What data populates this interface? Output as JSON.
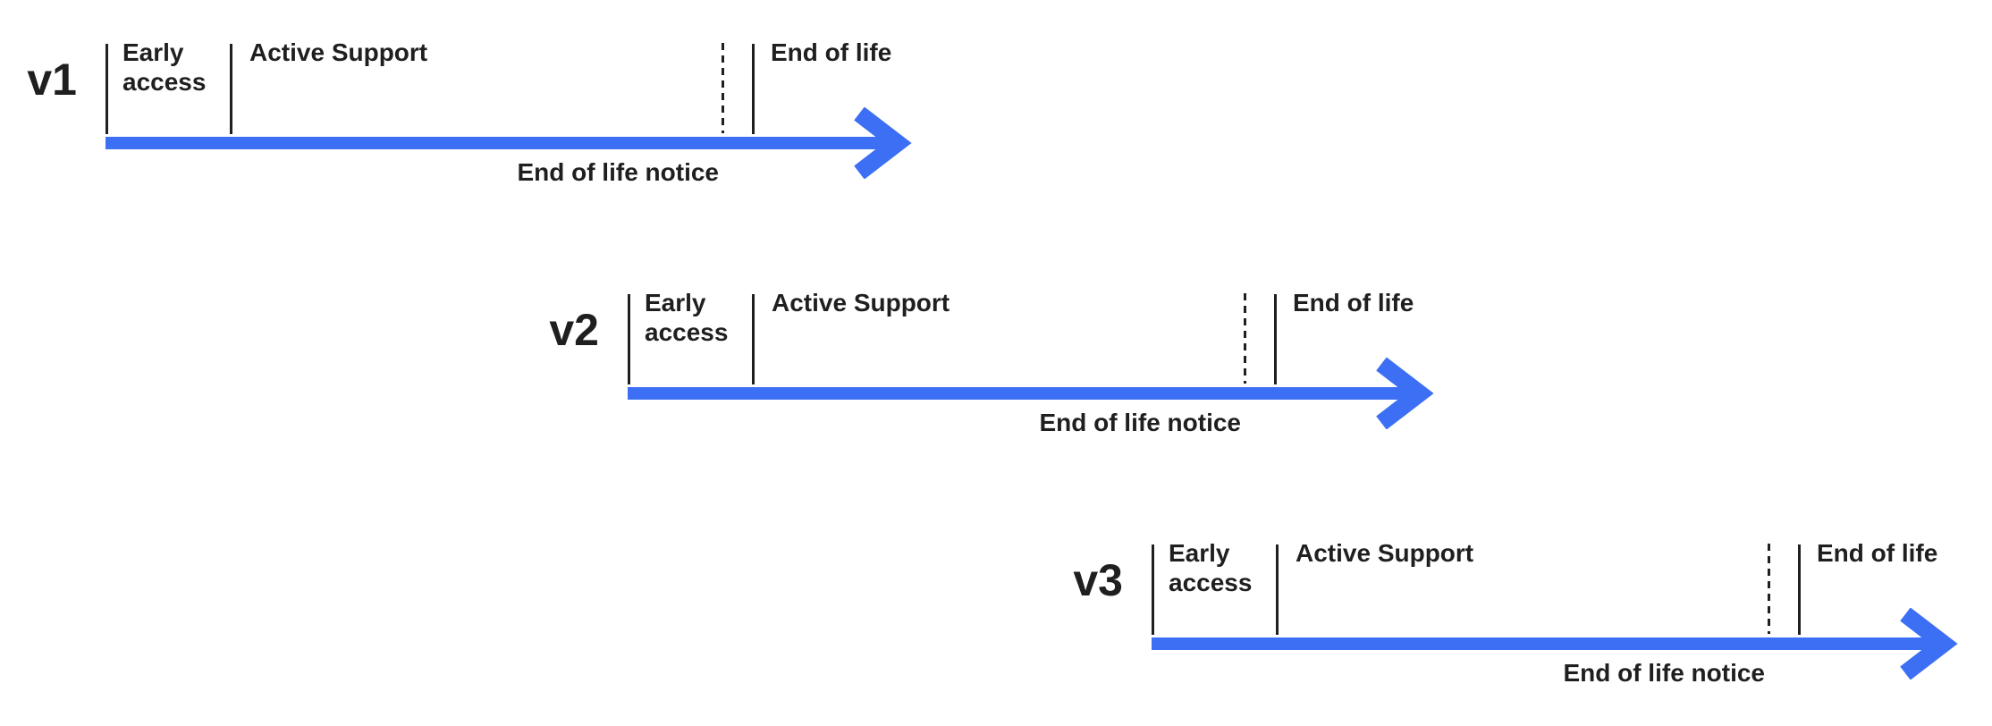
{
  "colors": {
    "arrow": "#3D6FF5",
    "text": "#1F1F1F",
    "line": "#1F1F1F",
    "background": "#FFFFFF"
  },
  "timelines": [
    {
      "version": "v1",
      "early_access_label": "Early access",
      "active_support_label": "Active Support",
      "end_of_life_label": "End of life",
      "end_of_life_notice_label": "End of life notice"
    },
    {
      "version": "v2",
      "early_access_label": "Early access",
      "active_support_label": "Active Support",
      "end_of_life_label": "End of life",
      "end_of_life_notice_label": "End of life notice"
    },
    {
      "version": "v3",
      "early_access_label": "Early access",
      "active_support_label": "Active Support",
      "end_of_life_label": "End of life",
      "end_of_life_notice_label": "End of life notice"
    }
  ]
}
